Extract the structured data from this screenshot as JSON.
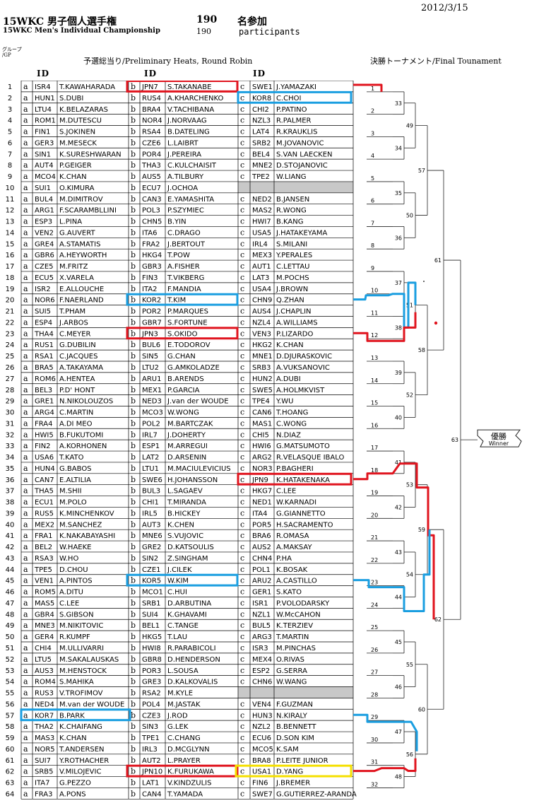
{
  "header": {
    "date": "2012/3/15",
    "title_jp": "15WKC 男子個人選手権",
    "title_en": "15WKC Men's Individual Championship",
    "count_jp": "190",
    "count_en": "190",
    "participants_jp": "名参加",
    "participants_en": "participants",
    "group_label_1": "グループ",
    "group_label_2": "/GP",
    "preliminary": "予選総当り/Preliminary Heats, Round Robin",
    "final": "決勝トーナメント/Final Tounament",
    "id_label": "ID"
  },
  "groups": [
    "a",
    "b",
    "c"
  ],
  "rows": [
    [
      "ISR4",
      "T.KAWAHARADA",
      "JPN7",
      "S.TAKANABE",
      "SWE1",
      "J.YAMAZAKI"
    ],
    [
      "HUN1",
      "S.DUBI",
      "RUS4",
      "A.KHARCHENKO",
      "KOR8",
      "C.CHOI"
    ],
    [
      "LTU4",
      "K.BELAZARAS",
      "BRA4",
      "V.TACHIBANA",
      "CHI2",
      "P.PATINO"
    ],
    [
      "ROM1",
      "M.DUTESCU",
      "NOR4",
      "J.NORVAAG",
      "NZL3",
      "R.PALMER"
    ],
    [
      "FIN1",
      "S.JOKINEN",
      "RSA4",
      "B.DATELING",
      "LAT4",
      "R.KRAUKLIS"
    ],
    [
      "GER3",
      "M.MESECK",
      "CZE6",
      "L.LAIBRT",
      "SRB2",
      "M.JOVANOVIC"
    ],
    [
      "SIN1",
      "K.SURESHWARAN",
      "POR4",
      "J.PEREIRA",
      "BEL4",
      "S.VAN LAECKEN"
    ],
    [
      "AUT4",
      "P.GEIGER",
      "THA3",
      "C.KULCHAISIT",
      "MNE2",
      "D.STOJANOVIC"
    ],
    [
      "MCO4",
      "K.CHAN",
      "AUS5",
      "A.TILBURY",
      "TPE2",
      "W.LIANG"
    ],
    [
      "SUI1",
      "O.KIMURA",
      "ECU7",
      "J.OCHOA",
      "",
      ""
    ],
    [
      "BUL4",
      "M.DIMITROV",
      "CAN3",
      "E.YAMASHITA",
      "NED2",
      "B.JANSEN"
    ],
    [
      "ARG1",
      "F.SCARAMBLLINI",
      "POL3",
      "P.SZYMIEC",
      "MAS2",
      "R.WONG"
    ],
    [
      "ESP3",
      "L.PINA",
      "CHN5",
      "B.YIN",
      "HWI7",
      "B.KANG"
    ],
    [
      "VEN2",
      "G.AUVERT",
      "ITA6",
      "C.DRAGO",
      "USA5",
      "J.HATAKEYAMA"
    ],
    [
      "GRE4",
      "A.STAMATIS",
      "FRA2",
      "J.BERTOUT",
      "IRL4",
      "S.MILANI"
    ],
    [
      "GBR6",
      "A.HEYWORTH",
      "HKG4",
      "T.POW",
      "MEX3",
      "Y.PERALES"
    ],
    [
      "CZE5",
      "M.FRITZ",
      "GBR3",
      "A.FISHER",
      "AUT1",
      "C.LETTAU"
    ],
    [
      "ECU5",
      "X.VARELA",
      "FIN3",
      "T.VIKBERG",
      "LAT3",
      "M.POCHS"
    ],
    [
      "ISR2",
      "E.ALLOUCHE",
      "ITA2",
      "F.MANDIA",
      "USA4",
      "J.BROWN"
    ],
    [
      "NOR6",
      "F.NAERLAND",
      "KOR2",
      "T.KIM",
      "CHN9",
      "Q.ZHAN"
    ],
    [
      "SUI5",
      "T.PHAM",
      "POR2",
      "P.MARQUES",
      "AUS4",
      "J.CHAPLIN"
    ],
    [
      "ESP4",
      "J.ARBOS",
      "GBR7",
      "S.FORTUNE",
      "NZL4",
      "A.WILLIAMS"
    ],
    [
      "THA4",
      "C.MEYER",
      "JPN3",
      "S.OKIDO",
      "VEN3",
      "P.LIZARDO"
    ],
    [
      "RUS1",
      "G.DUBILIN",
      "BUL6",
      "E.TODOROV",
      "HKG2",
      "K.CHAN"
    ],
    [
      "RSA1",
      "C.JACQUES",
      "SIN5",
      "G.CHAN",
      "MNE1",
      "D.DJURASKOVIC"
    ],
    [
      "BRA5",
      "A.TAKAYAMA",
      "LTU2",
      "G.AMKOLADZE",
      "SRB3",
      "A.VUKSANOVIC"
    ],
    [
      "ROM6",
      "A.HENTEA",
      "ARU1",
      "B.ARENDS",
      "HUN2",
      "A.DUBI"
    ],
    [
      "BEL3",
      "P.D' HONT",
      "MEX1",
      "P.GARCIA",
      "SWE5",
      "A.HOLMKVIST"
    ],
    [
      "GRE1",
      "N.NIKOLOUZOS",
      "NED3",
      "J.van der WOUDE",
      "TPE4",
      "Y.WU"
    ],
    [
      "ARG4",
      "C.MARTIN",
      "MCO3",
      "W.WONG",
      "CAN6",
      "T.HOANG"
    ],
    [
      "FRA4",
      "A.DI MEO",
      "POL2",
      "M.BARTCZAK",
      "MAS1",
      "C.WONG"
    ],
    [
      "HWI5",
      "B.FUKUTOMI",
      "IRL7",
      "J.DOHERTY",
      "CHI5",
      "N.DIAZ"
    ],
    [
      "FIN2",
      "A.KORHONEN",
      "ESP1",
      "M.ARREGUI",
      "HWI6",
      "G.MATSUMOTO"
    ],
    [
      "USA6",
      "T.KATO",
      "LAT2",
      "D.ARSENIN",
      "ARG2",
      "R.VELASQUE IBALO"
    ],
    [
      "HUN4",
      "G.BABOS",
      "LTU1",
      "M.MACIULEVICIUS",
      "NOR3",
      "P.BAGHERI"
    ],
    [
      "CAN7",
      "E.ALTILIA",
      "SWE6",
      "H.JOHANSSON",
      "JPN9",
      "K.HATAKENAKA"
    ],
    [
      "THA5",
      "M.SHII",
      "BUL3",
      "L.SAGAEV",
      "HKG7",
      "C.LEE"
    ],
    [
      "ECU1",
      "M.POLO",
      "CHI1",
      "T.MIRANDA",
      "NED1",
      "W.KARNADI"
    ],
    [
      "RUS5",
      "K.MINCHENKOV",
      "IRL5",
      "B.HICKEY",
      "ITA4",
      "G.GIANNETTO"
    ],
    [
      "MEX2",
      "M.SANCHEZ",
      "AUT3",
      "K.CHEN",
      "POR5",
      "H.SACRAMENTO"
    ],
    [
      "FRA1",
      "K.NAKABAYASHI",
      "MNE6",
      "S.VUJOVIC",
      "BRA6",
      "R.OMASA"
    ],
    [
      "BEL2",
      "W.HAEKE",
      "GRE2",
      "D.KATSOULIS",
      "AUS2",
      "A.MAKSAY"
    ],
    [
      "RSA3",
      "W.HO",
      "SIN2",
      "Z.SINGHAM",
      "CHN4",
      "P.HA"
    ],
    [
      "TPE5",
      "D.CHOU",
      "CZE1",
      "J.CILEK",
      "POL1",
      "K.BOSAK"
    ],
    [
      "VEN1",
      "A.PINTOS",
      "KOR5",
      "W.KIM",
      "ARU2",
      "A.CASTILLO"
    ],
    [
      "ROM5",
      "A.DITU",
      "MCO1",
      "C.HUI",
      "GER1",
      "S.KATO"
    ],
    [
      "MAS5",
      "C.LEE",
      "SRB1",
      "D.ARBUTINA",
      "ISR1",
      "P.VOLODARSKY"
    ],
    [
      "GBR4",
      "S.GIBSON",
      "SUI4",
      "K.GHAVAMI",
      "NZL1",
      "W.McCAHON"
    ],
    [
      "MNE3",
      "M.NIKITOVIC",
      "BEL1",
      "C.TANGE",
      "BUL5",
      "K.TERZIEV"
    ],
    [
      "GER4",
      "R.KUMPF",
      "HKG5",
      "T.LAU",
      "ARG3",
      "T.MARTIN"
    ],
    [
      "CHI4",
      "M.ULLIVARRI",
      "HWI8",
      "R.PARABICOLI",
      "ISR3",
      "M.PINCHAS"
    ],
    [
      "LTU5",
      "M.SAKALAUSKAS",
      "GBR8",
      "D.HENDERSON",
      "MEX4",
      "O.RIVAS"
    ],
    [
      "AUS3",
      "M.HENSTOCK",
      "POR3",
      "L.SOUSA",
      "ESP2",
      "G.SERRA"
    ],
    [
      "ROM4",
      "S.MAHIKA",
      "GRE3",
      "D.KALKOVALIS",
      "CHN6",
      "W.WANG"
    ],
    [
      "RUS3",
      "V.TROFIMOV",
      "RSA2",
      "M.KYLE",
      "",
      ""
    ],
    [
      "NED4",
      "M.van der WOUDE",
      "POL4",
      "M.JASTAK",
      "VEN4",
      "F.GUZMAN"
    ],
    [
      "KOR7",
      "B.PARK",
      "CZE3",
      "J.ROD",
      "HUN3",
      "N.KIRALY"
    ],
    [
      "THA2",
      "K.CHAIFANG",
      "SIN3",
      "G.LEK",
      "NZL2",
      "B.BENNETT"
    ],
    [
      "MAS3",
      "K.CHAN",
      "TPE1",
      "C.CHANG",
      "ECU6",
      "D.SON KIM"
    ],
    [
      "NOR5",
      "T.ANDERSEN",
      "IRL3",
      "D.MCGLYNN",
      "MCO5",
      "K.SAM"
    ],
    [
      "SUI7",
      "Y.ROTHACHER",
      "AUT2",
      "L.PRAYER",
      "BRA8",
      "P.LEITE JUNIOR"
    ],
    [
      "SRB5",
      "V.MILOJEVIC",
      "JPN10",
      "K.FURUKAWA",
      "USA1",
      "D.YANG"
    ],
    [
      "ITA7",
      "G.PEZZO",
      "LAT1",
      "V.KINDZULIS",
      "FIN6",
      "J.BREMER"
    ],
    [
      "FRA3",
      "A.PONS",
      "CAN4",
      "T.YAMADA",
      "SWE7",
      "G.GUTIERREZ-ARANDA"
    ]
  ],
  "bracket": {
    "r1": [
      "1",
      "2",
      "3",
      "4",
      "5",
      "6",
      "7",
      "8",
      "9",
      "10",
      "11",
      "12",
      "13",
      "14",
      "15",
      "16",
      "17",
      "18",
      "19",
      "20",
      "21",
      "22",
      "23",
      "24",
      "25",
      "26",
      "27",
      "28",
      "29",
      "30",
      "31",
      "32"
    ],
    "r2": [
      "33",
      "34",
      "35",
      "36",
      "37",
      "38",
      "39",
      "40",
      "41",
      "42",
      "43",
      "44",
      "45",
      "46",
      "47",
      "48"
    ],
    "r3": [
      "49",
      "50",
      "51",
      "52",
      "53",
      "54",
      "55",
      "56"
    ],
    "r4": [
      "57",
      "58",
      "59",
      "60"
    ],
    "r5": [
      "61",
      "62"
    ],
    "r6": [
      "63"
    ],
    "winner_jp": "優勝",
    "winner_en": "Winner"
  },
  "colors": {
    "red": "#e0141e",
    "blue": "#1a9ee0",
    "yellow": "#f5e000",
    "blank": "#c8c8c8"
  }
}
